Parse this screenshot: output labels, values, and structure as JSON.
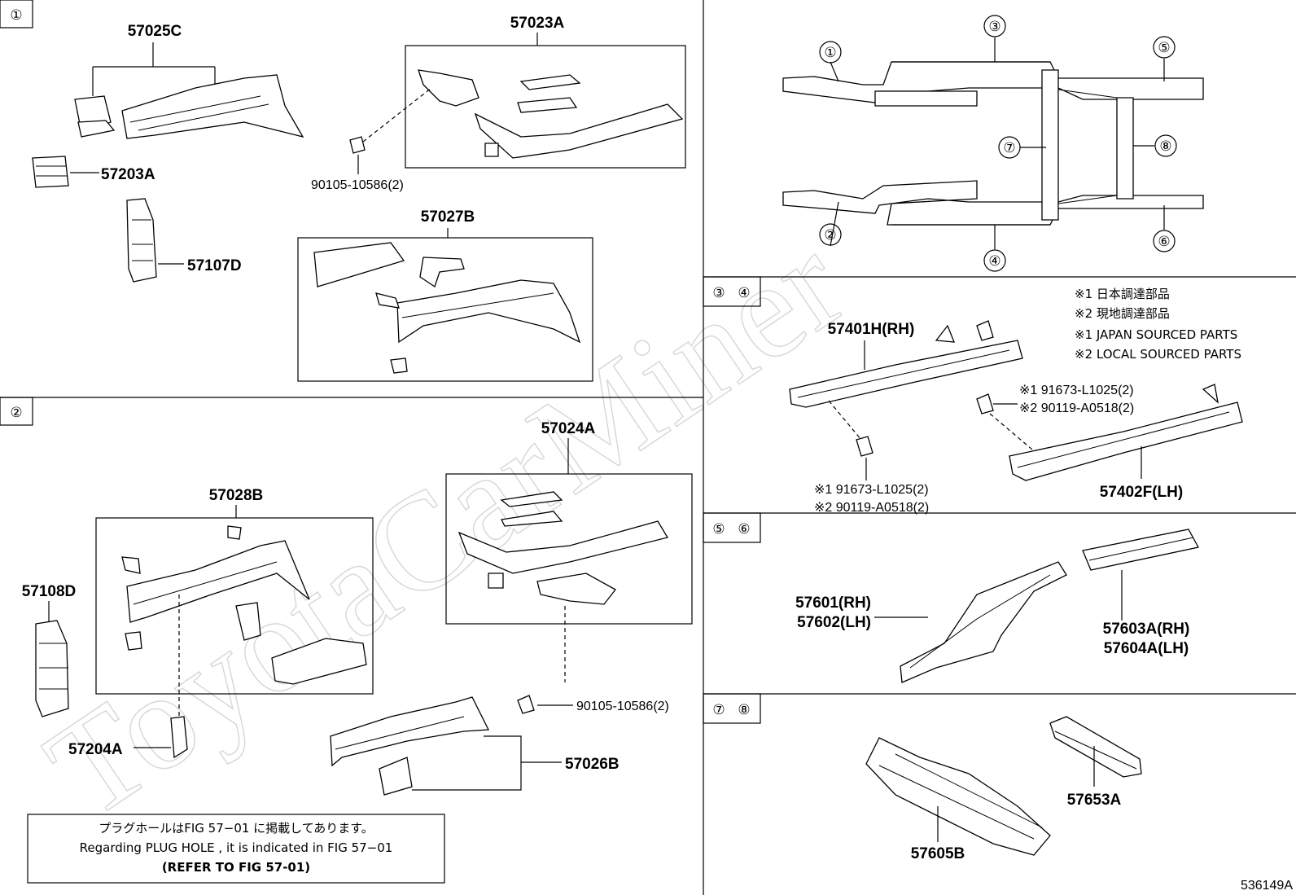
{
  "sections": {
    "s1": "①",
    "s2": "②",
    "s34": [
      "③",
      "④"
    ],
    "s56": [
      "⑤",
      "⑥"
    ],
    "s78": [
      "⑦",
      "⑧"
    ]
  },
  "overview_markers": [
    "①",
    "②",
    "③",
    "④",
    "⑤",
    "⑥",
    "⑦",
    "⑧"
  ],
  "parts": {
    "p57025C": "57025C",
    "p57023A": "57023A",
    "p57203A": "57203A",
    "p57107D": "57107D",
    "p57027B": "57027B",
    "bolt1": "90105-10586(2)",
    "p57024A": "57024A",
    "p57028B": "57028B",
    "p57108D": "57108D",
    "p57204A": "57204A",
    "p57026B": "57026B",
    "bolt2": "90105-10586(2)",
    "p57401H": "57401H(RH)",
    "p57402F": "57402F(LH)",
    "p57601": "57601(RH)",
    "p57602": "57602(LH)",
    "p57603A": "57603A(RH)",
    "p57604A": "57604A(LH)",
    "p57653A": "57653A",
    "p57605B": "57605B"
  },
  "fasteners": {
    "left": [
      "※1 91673-L1025(2)",
      "※2 90119-A0518(2)"
    ],
    "right": [
      "※1 91673-L1025(2)",
      "※2 90119-A0518(2)"
    ]
  },
  "sourcing_legend": [
    "※1 日本調達部品",
    "※2 現地調達部品",
    "※1 JAPAN SOURCED PARTS",
    "※2 LOCAL SOURCED PARTS"
  ],
  "plug_note": [
    "プラグホールはFIG 57−01 に掲載してあります。",
    "Regarding  PLUG  HOLE , it is indicated in FIG  57−01",
    "(REFER  TO  FIG 57-01)"
  ],
  "figure_id": "536149A",
  "watermark": "ToyotaCarMiner"
}
